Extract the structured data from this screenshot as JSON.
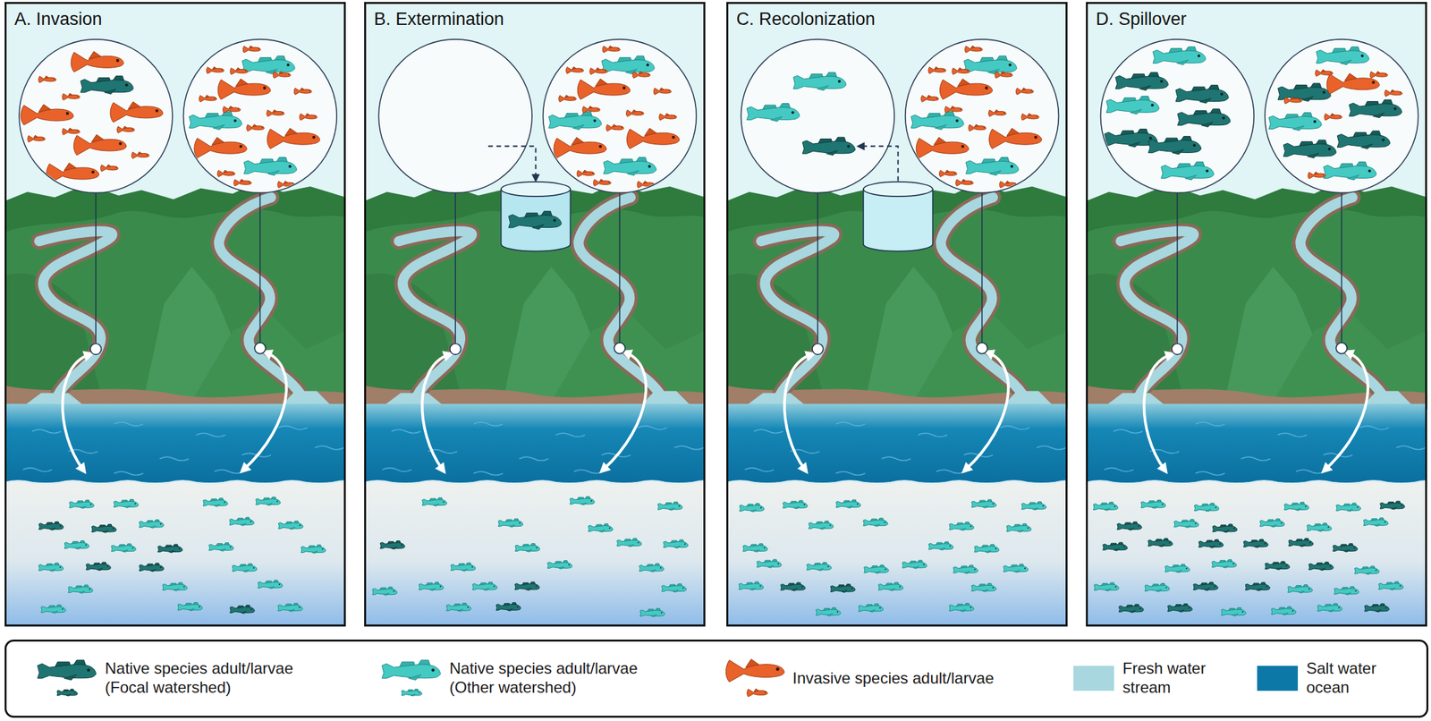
{
  "diagram": {
    "nodes": [
      {
        "text": [
          "A. Invasion"
        ]
      },
      {
        "text": [
          "B. Extermination"
        ]
      },
      {
        "text": [
          "C. Recolonization"
        ]
      },
      {
        "text": [
          "D. Spillover"
        ]
      }
    ],
    "legend": [
      {
        "text": "Native species adult/larvae (Focal watershed)"
      },
      {
        "text": "Native species adult/larvae (Other watershed)"
      },
      {
        "text": "Invasive species adult/larvae"
      },
      {
        "text": "Fresh water stream",
        "color": "#a9d7df"
      },
      {
        "text": "Salt water ocean",
        "color": "#0b78a8"
      }
    ]
  }
}
